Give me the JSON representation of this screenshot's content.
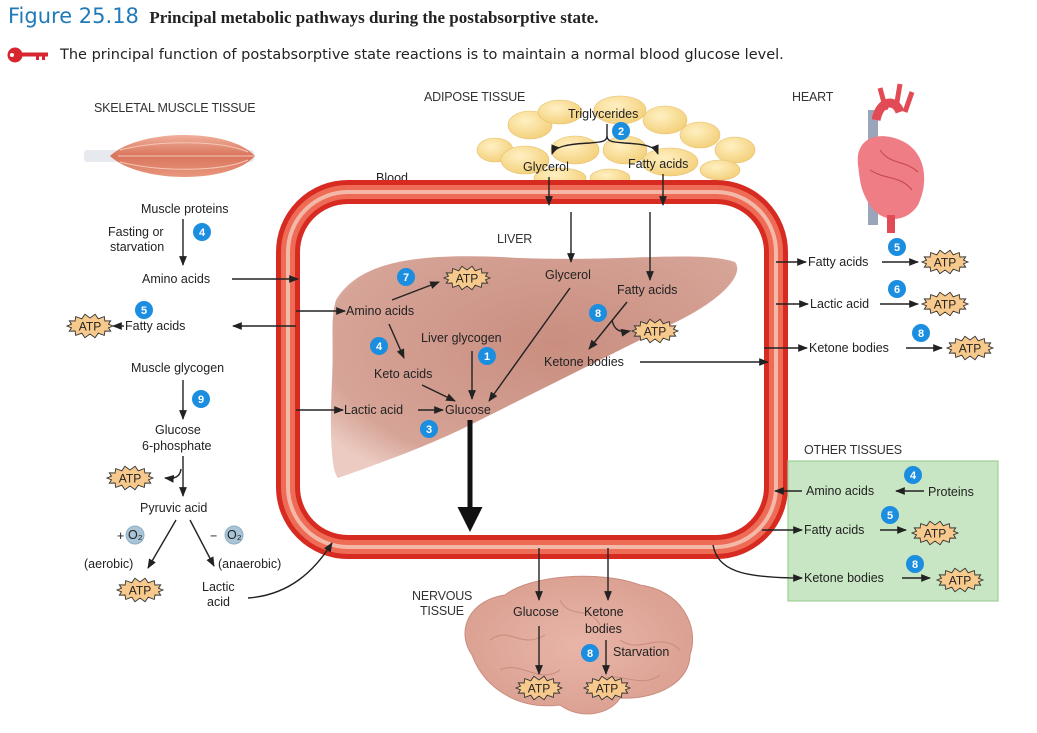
{
  "header": {
    "figure_number": "Figure 25.18",
    "caption": "Principal metabolic pathways during the postabsorptive state.",
    "key_concept": "The principal function of postabsorptive state reactions is to maintain a normal blood glucose level.",
    "key_icon": "key-icon"
  },
  "colors": {
    "figure_blue": "#1f7ab8",
    "badge_blue": "#1b8ee0",
    "blood_red": "#e0352c",
    "liver": "#c98e80",
    "adipose": "#f7d98a",
    "atp_fill": "#f7c98c",
    "other_tissue_bg": "#c9e6c4",
    "key_red": "#d8262e"
  },
  "sections": {
    "skeletal": "SKELETAL MUSCLE TISSUE",
    "adipose": "ADIPOSE TISSUE",
    "heart": "HEART",
    "blood": "Blood",
    "liver": "LIVER",
    "other": "OTHER TISSUES",
    "nervous": [
      "NERVOUS",
      "TISSUE"
    ]
  },
  "atp_label": "ATP",
  "skeletal": {
    "muscle_proteins": "Muscle proteins",
    "fasting": [
      "Fasting or",
      "starvation"
    ],
    "amino_acids": "Amino acids",
    "fatty_acids": "Fatty acids",
    "muscle_glycogen": "Muscle glycogen",
    "g6p": [
      "Glucose",
      "6-phosphate"
    ],
    "pyruvic": "Pyruvic acid",
    "plus_o2": "+",
    "minus_o2": "−",
    "o2": "O₂",
    "aerobic": "(aerobic)",
    "anaerobic": "(anaerobic)",
    "lactic": [
      "Lactic",
      "acid"
    ],
    "badges": {
      "fasting": "4",
      "fatty": "5",
      "glycogen": "9"
    }
  },
  "adipose": {
    "triglycerides": "Triglycerides",
    "glycerol": "Glycerol",
    "fatty_acids": "Fatty acids",
    "badge": "2"
  },
  "liver": {
    "amino_acids": "Amino acids",
    "glycerol": "Glycerol",
    "fatty_acids": "Fatty acids",
    "liver_glycogen": "Liver glycogen",
    "keto_acids": "Keto acids",
    "ketone_bodies": "Ketone bodies",
    "lactic_acid": "Lactic acid",
    "glucose": "Glucose",
    "badges": {
      "amino_atp": "7",
      "keto": "4",
      "glycogen": "1",
      "ketone": "8",
      "lactic": "3"
    }
  },
  "heart": {
    "rows": [
      {
        "label": "Fatty acids",
        "badge": "5"
      },
      {
        "label": "Lactic acid",
        "badge": "6"
      },
      {
        "label": "Ketone bodies",
        "badge": "8"
      }
    ]
  },
  "other": {
    "amino_acids": "Amino acids",
    "proteins": "Proteins",
    "fatty_acids": "Fatty acids",
    "ketone_bodies": "Ketone bodies",
    "badges": {
      "proteins": "4",
      "fatty": "5",
      "ketone": "8"
    }
  },
  "nervous": {
    "glucose": "Glucose",
    "ketone": [
      "Ketone",
      "bodies"
    ],
    "starvation": "Starvation",
    "badge": "8"
  }
}
